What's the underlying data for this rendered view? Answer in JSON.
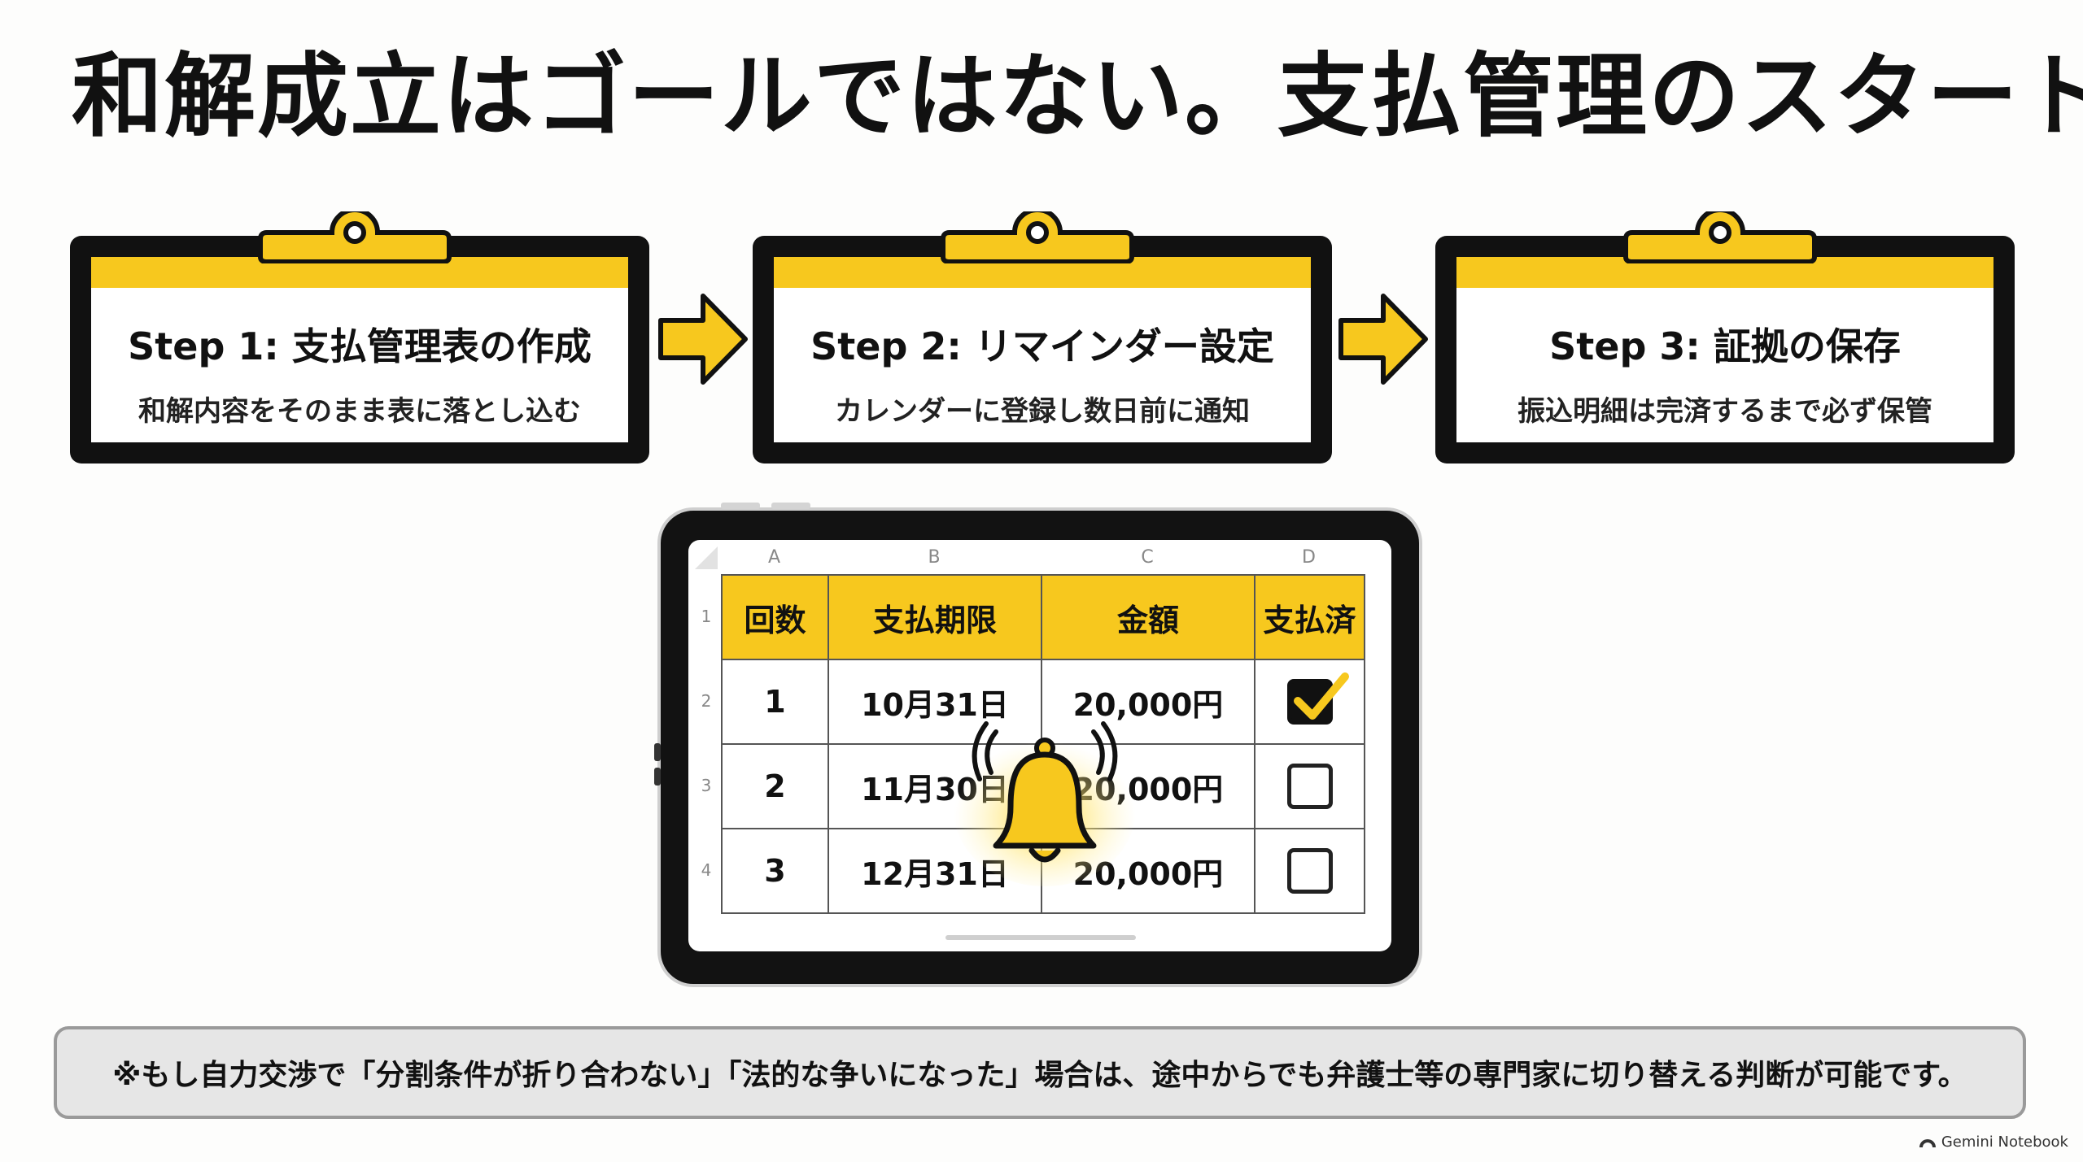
{
  "title": "和解成立はゴールではない。支払管理のスタート",
  "steps": [
    {
      "heading": "Step 1: 支払管理表の作成",
      "sub": "和解内容をそのまま表に落とし込む"
    },
    {
      "heading": "Step 2: リマインダー設定",
      "sub": "カレンダーに登録し数日前に通知"
    },
    {
      "heading": "Step 3: 証拠の保存",
      "sub": "振込明細は完済するまで必ず保管"
    }
  ],
  "sheet": {
    "col_letters": [
      "A",
      "B",
      "C",
      "D"
    ],
    "row_numbers": [
      "1",
      "2",
      "3",
      "4"
    ],
    "headers": [
      "回数",
      "支払期限",
      "金額",
      "支払済"
    ],
    "rows": [
      {
        "n": "1",
        "due": "10月31日",
        "amount": "20,000円",
        "paid": true
      },
      {
        "n": "2",
        "due": "11月30日",
        "amount": "20,000円",
        "paid": false
      },
      {
        "n": "3",
        "due": "12月31日",
        "amount": "20,000円",
        "paid": false
      }
    ]
  },
  "note": "※もし自力交渉で「分割条件が折り合わない」「法的な争いになった」場合は、途中からでも弁護士等の専門家に切り替える判断が可能です。",
  "brand": "Gemini Notebook",
  "icons": {
    "clip": "clipboard-clip-icon",
    "arrow": "right-arrow-icon",
    "bell": "bell-icon",
    "check": "checkmark-icon"
  },
  "colors": {
    "accent": "#f7c81e",
    "frame": "#111111",
    "note_bg": "#e6e6e6"
  }
}
